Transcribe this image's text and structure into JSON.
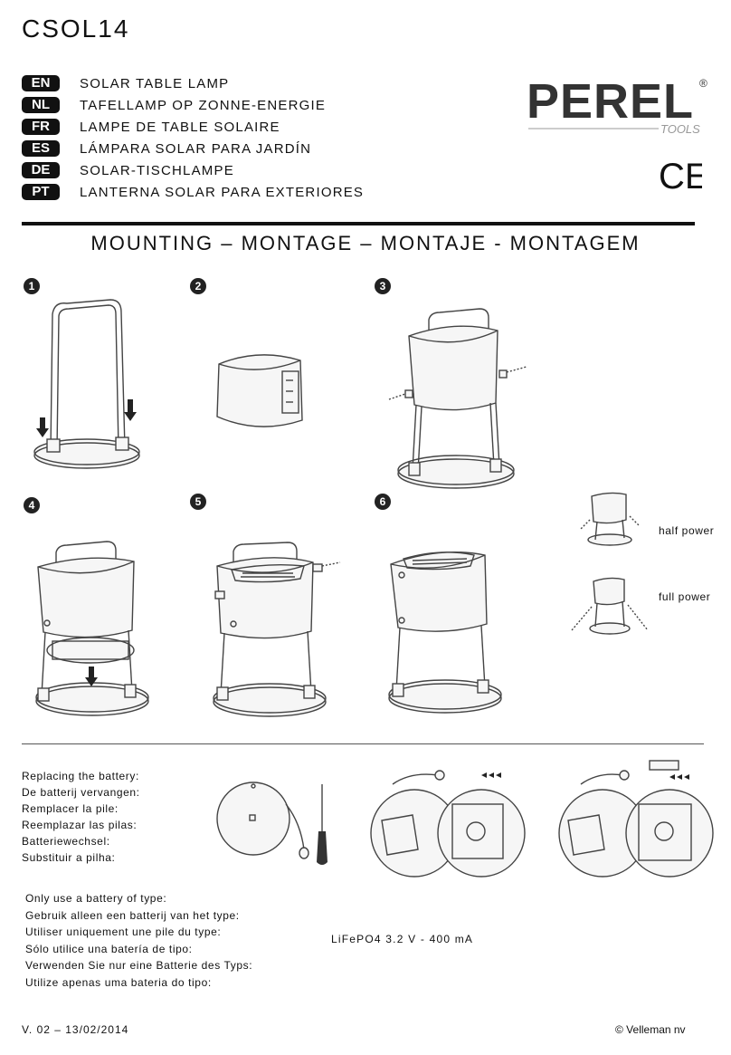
{
  "header": {
    "model": "CSOL14",
    "languages": [
      {
        "code": "EN",
        "title": "SOLAR TABLE LAMP"
      },
      {
        "code": "NL",
        "title": "TAFELLAMP OP ZONNE-ENERGIE"
      },
      {
        "code": "FR",
        "title": "LAMPE DE TABLE SOLAIRE"
      },
      {
        "code": "ES",
        "title": "LÁMPARA SOLAR PARA JARDÍN"
      },
      {
        "code": "DE",
        "title": "SOLAR-TISCHLAMPE"
      },
      {
        "code": "PT",
        "title": "LANTERNA SOLAR PARA EXTERIORES"
      }
    ],
    "brand": "PEREL",
    "brand_sub": "TOOLS",
    "brand_mark": "®",
    "cert_mark": "CE"
  },
  "mounting": {
    "title": "MOUNTING – MONTAGE – MONTAJE - MONTAGEM",
    "steps": [
      "1",
      "2",
      "3",
      "4",
      "5",
      "6"
    ],
    "half_power": "half power",
    "full_power": "full power"
  },
  "battery": {
    "replacing": [
      "Replacing the battery:",
      "De batterij vervangen:",
      "Remplacer la pile:",
      "Reemplazar las pilas:",
      "Batteriewechsel:",
      "Substituir a pilha:"
    ],
    "only_use": [
      "Only use a battery of type:",
      "Gebruik alleen een batterij van het type:",
      "Utiliser uniquement une pile du type:",
      "Sólo utilice una batería de tipo:",
      "Verwenden Sie nur eine Batterie des Typs:",
      "Utilize apenas uma bateria do tipo:"
    ],
    "spec": "LiFePO4 3.2 V - 400 mA"
  },
  "footer": {
    "version": "V. 02 – 13/02/2014",
    "copyright": "© Velleman nv"
  }
}
